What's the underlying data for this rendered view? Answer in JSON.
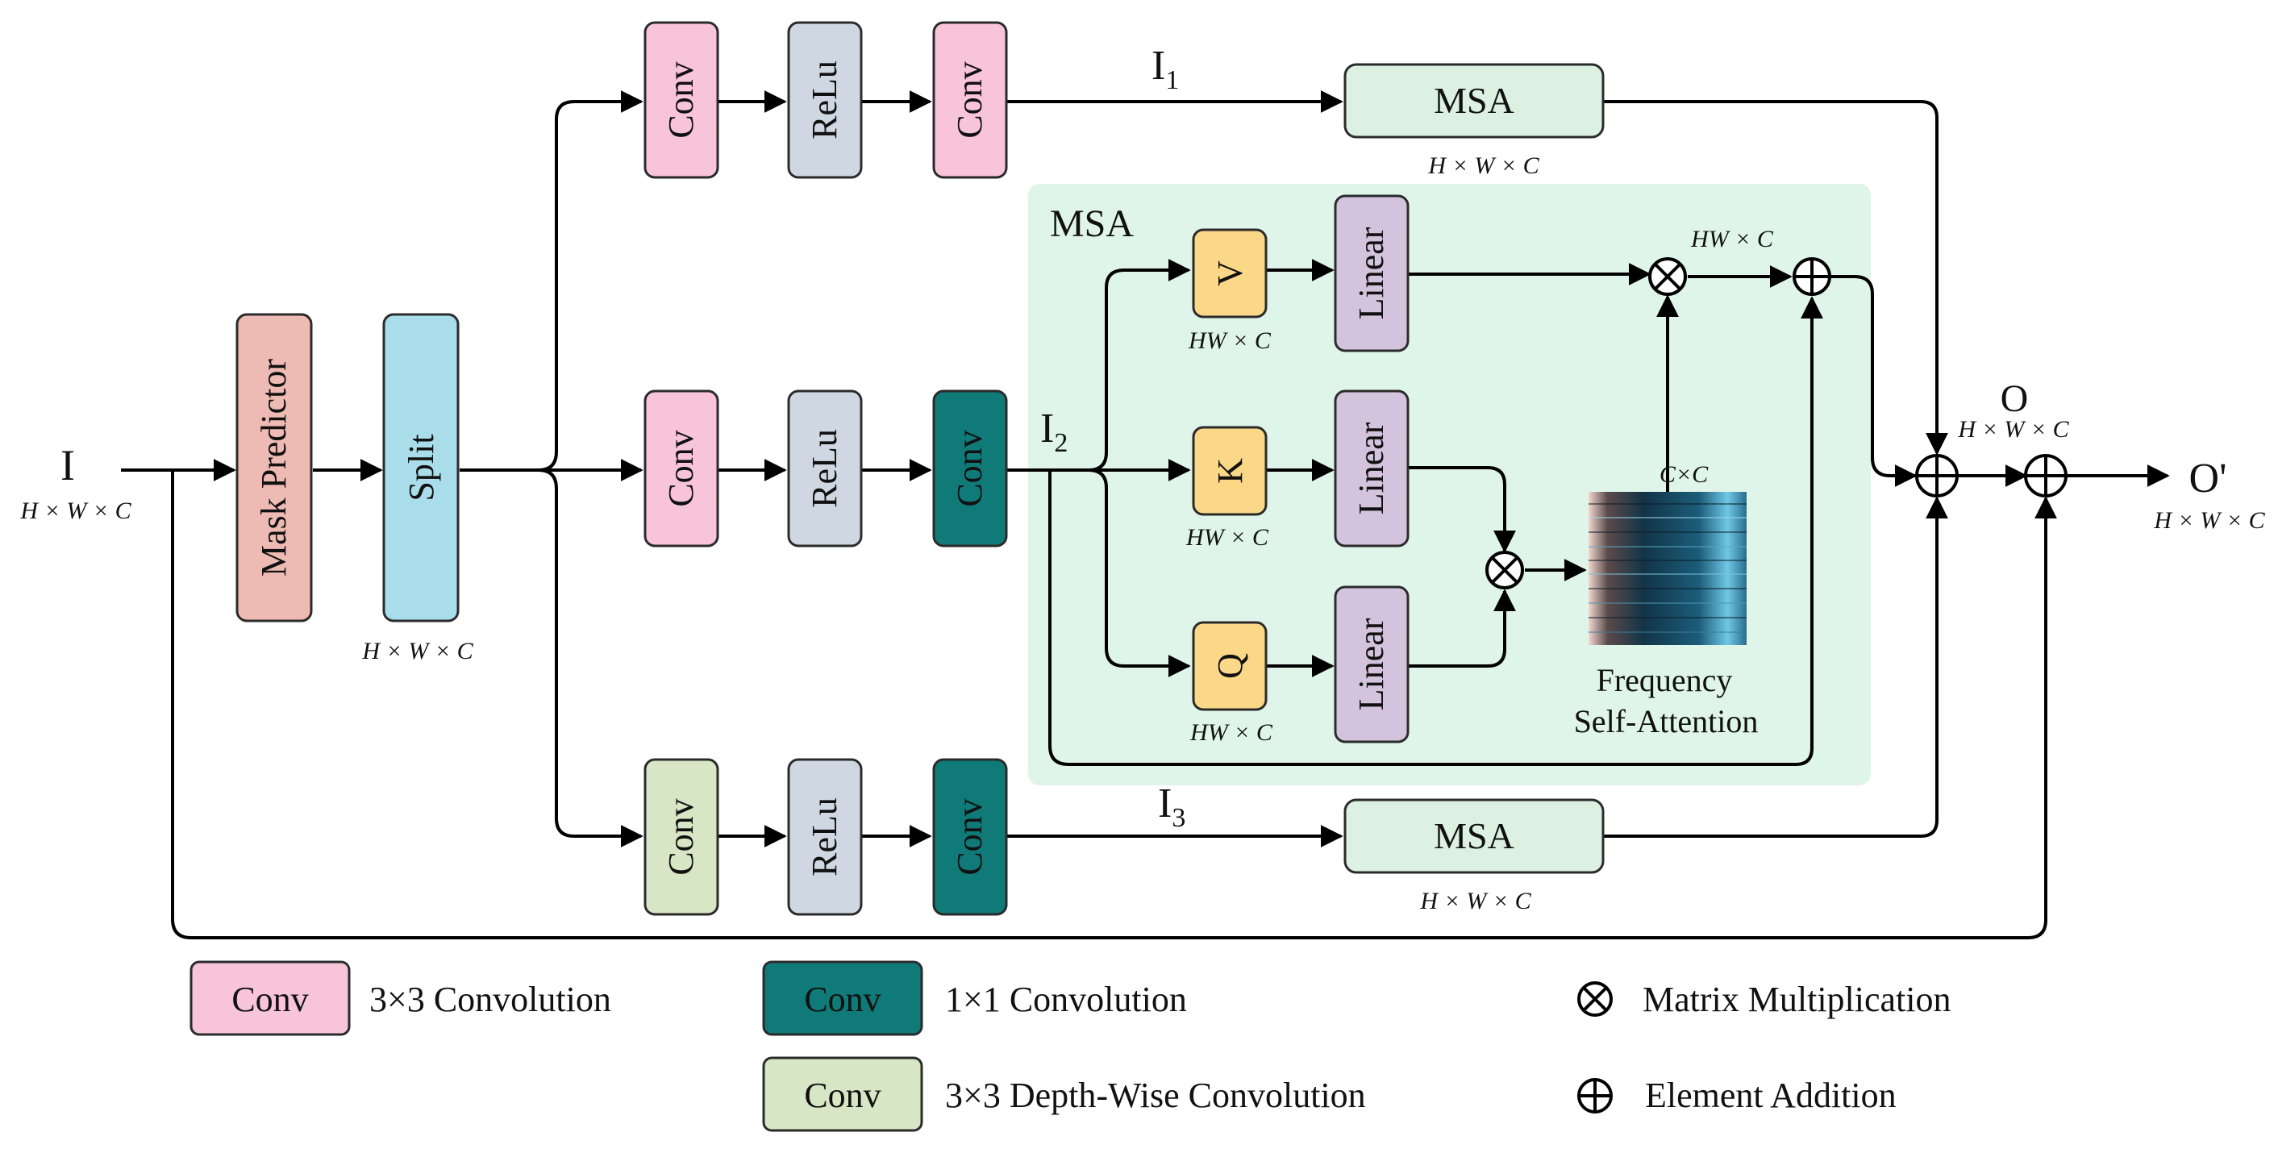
{
  "input": {
    "label": "I",
    "dim": "H × W × C"
  },
  "mask_predictor": {
    "label": "Mask Predictor"
  },
  "split": {
    "label": "Split",
    "dim": "H × W × C"
  },
  "branch1": {
    "conv1": "Conv",
    "relu": "ReLu",
    "conv2": "Conv",
    "feature": "I",
    "feature_sub": "1",
    "msa": "MSA",
    "msa_dim": "H × W × C"
  },
  "branch2": {
    "conv1": "Conv",
    "relu": "ReLu",
    "conv2": "Conv",
    "feature": "I",
    "feature_sub": "2"
  },
  "branch3": {
    "conv1": "Conv",
    "relu": "ReLu",
    "conv2": "Conv",
    "feature": "I",
    "feature_sub": "3",
    "msa": "MSA",
    "msa_dim": "H × W × C"
  },
  "msa_detail": {
    "title": "MSA",
    "v": "V",
    "k": "K",
    "q": "Q",
    "v_dim": "HW × C",
    "k_dim": "HW × C",
    "q_dim": "HW × C",
    "linear_v": "Linear",
    "linear_k": "Linear",
    "linear_q": "Linear",
    "attn_dim": "C×C",
    "mult_dim": "HW × C",
    "attn_caption_line1": "Frequency",
    "attn_caption_line2": "Self-Attention"
  },
  "output_o": {
    "label": "O",
    "dim": "H × W × C"
  },
  "output_final": {
    "label": "O'",
    "dim": "H × W × C"
  },
  "legend": {
    "conv3x3": {
      "chip": "Conv",
      "text": "3×3 Convolution"
    },
    "conv1x1": {
      "chip": "Conv",
      "text": "1×1 Convolution"
    },
    "dwconv": {
      "chip": "Conv",
      "text": "3×3 Depth-Wise Convolution"
    },
    "matmul": {
      "symbol": "⊗",
      "text": "Matrix Multiplication"
    },
    "add": {
      "symbol": "⊕",
      "text": "Element Addition"
    }
  },
  "colors": {
    "conv3x3": "#f8c4da",
    "relu": "#cfd8e2",
    "conv1x1": "#0f7a78",
    "dwconv": "#d7e6c4",
    "msa_box": "#dcf1e1",
    "msa_panel": "#e0f5ea",
    "mask_predictor": "#eebab4",
    "split": "#a9dde9",
    "qkv": "#fbd788",
    "linear": "#d4c3dd"
  }
}
